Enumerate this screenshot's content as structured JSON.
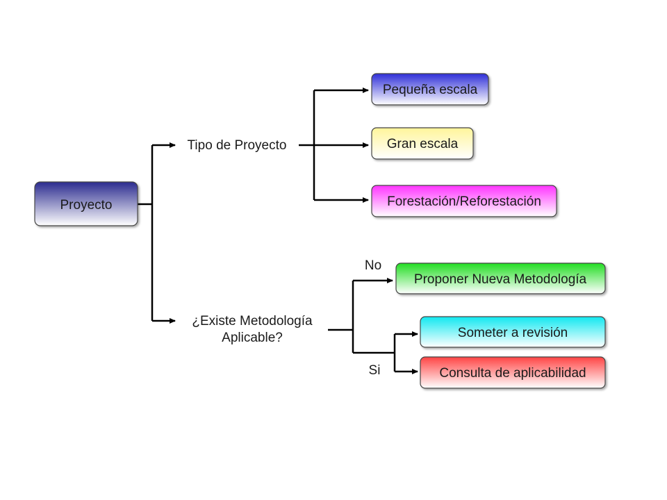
{
  "diagram": {
    "root": {
      "label": "Proyecto"
    },
    "branch_tipo": {
      "label": "Tipo de Proyecto"
    },
    "branch_existe": {
      "line1": "¿Existe Metodología",
      "line2": "Aplicable?"
    },
    "leaves": {
      "pequena": {
        "label": "Pequeña escala"
      },
      "gran": {
        "label": "Gran escala"
      },
      "forestacion": {
        "label": "Forestación/Reforestación"
      },
      "proponer": {
        "label": "Proponer Nueva Metodología"
      },
      "someter": {
        "label": "Someter a revisión"
      },
      "consulta": {
        "label": "Consulta de aplicabilidad"
      }
    },
    "edge_labels": {
      "no": "No",
      "si": "Si"
    },
    "colors": {
      "root_top": "#2b2b8f",
      "root_bottom": "#ffffff",
      "pequena_top": "#2f2fd8",
      "gran_top": "#fff59a",
      "forestacion_top": "#ff33ff",
      "proponer_top": "#22dd22",
      "someter_top": "#11e8f0",
      "consulta_top": "#ff4444",
      "leaf_bottom": "#ffffff",
      "stroke": "#444444",
      "line": "#000000"
    }
  }
}
